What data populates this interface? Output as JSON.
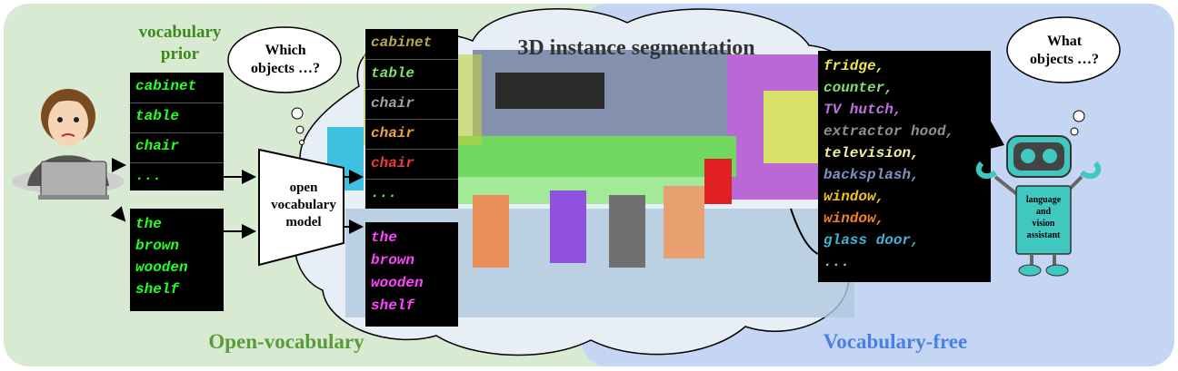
{
  "labels": {
    "open_vocabulary": "Open-vocabulary",
    "vocabulary_free": "Vocabulary-free",
    "segmentation_title": "3D instance segmentation",
    "vocab_prior_line1": "vocabulary",
    "vocab_prior_line2": "prior",
    "model_line1": "open",
    "model_line2": "vocabulary",
    "model_line3": "model",
    "assistant_line1": "language",
    "assistant_line2": "and",
    "assistant_line3": "vision",
    "assistant_line4": "assistant"
  },
  "thoughts": {
    "user_line1": "Which",
    "user_line2": "objects …?",
    "robot_line1": "What",
    "robot_line2": "objects …?"
  },
  "vocab_prior": [
    "cabinet",
    "table",
    "chair",
    "..."
  ],
  "query_text": [
    "the",
    "brown",
    "wooden",
    "shelf"
  ],
  "predictions": [
    {
      "text": "cabinet",
      "color": "#b8a84a"
    },
    {
      "text": "table",
      "color": "#7ee06a"
    },
    {
      "text": "chair",
      "color": "#a0a0a8"
    },
    {
      "text": "chair",
      "color": "#f0a040"
    },
    {
      "text": "chair",
      "color": "#f03a3a"
    },
    {
      "text": "...",
      "color": "#7ee06a"
    }
  ],
  "query_prediction": [
    "the",
    "brown",
    "wooden",
    "shelf"
  ],
  "free_predictions": [
    {
      "text": "fridge,",
      "color": "#e8e84a"
    },
    {
      "text": "counter,",
      "color": "#7ee06a"
    },
    {
      "text": "TV hutch,",
      "color": "#c070e0"
    },
    {
      "text": "extractor hood,",
      "color": "#909090"
    },
    {
      "text": "television,",
      "color": "#f0f0a0"
    },
    {
      "text": "backsplash,",
      "color": "#8090c0"
    },
    {
      "text": "window,",
      "color": "#f0c020"
    },
    {
      "text": "window,",
      "color": "#f08020"
    },
    {
      "text": "glass door,",
      "color": "#40b0d0"
    },
    {
      "text": "...",
      "color": "#7ee06a"
    }
  ],
  "colors": {
    "green_text": "#22ff22",
    "magenta_text": "#ff44ff",
    "open_vocab_label": "#5a9a3a",
    "vocab_free_label": "#4a80e0",
    "prior_label": "#3a8a1a"
  }
}
